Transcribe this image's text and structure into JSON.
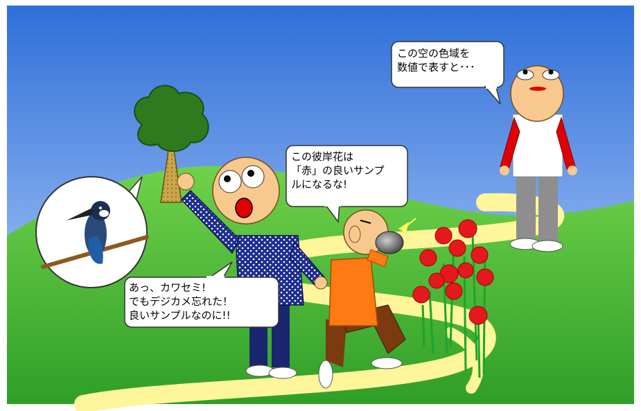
{
  "illustration": {
    "colors": {
      "sky_top": "#2b6fd6",
      "sky_bottom": "#dbe9fb",
      "hill": "#58c43a",
      "path": "#fff59a",
      "flower_red": "#e5181e",
      "flower_stem": "#1aa52a"
    },
    "bubbles": {
      "top_right": {
        "lines": [
          "この空の色域を",
          "数値で表すと･･･"
        ]
      },
      "center": {
        "lines": [
          "この彼岸花は",
          "「赤」の良いサンプ",
          "ルになるな!"
        ]
      },
      "left": {
        "lines": [
          "あっ、カワセミ!",
          "でもデジカメ忘れた！",
          "良いサンプルなのに!!"
        ]
      }
    },
    "icons": {
      "tree": "tree-icon",
      "kingfisher": "kingfisher-icon",
      "camera": "camera-icon",
      "flowers": "red-spider-lily-icon"
    }
  }
}
